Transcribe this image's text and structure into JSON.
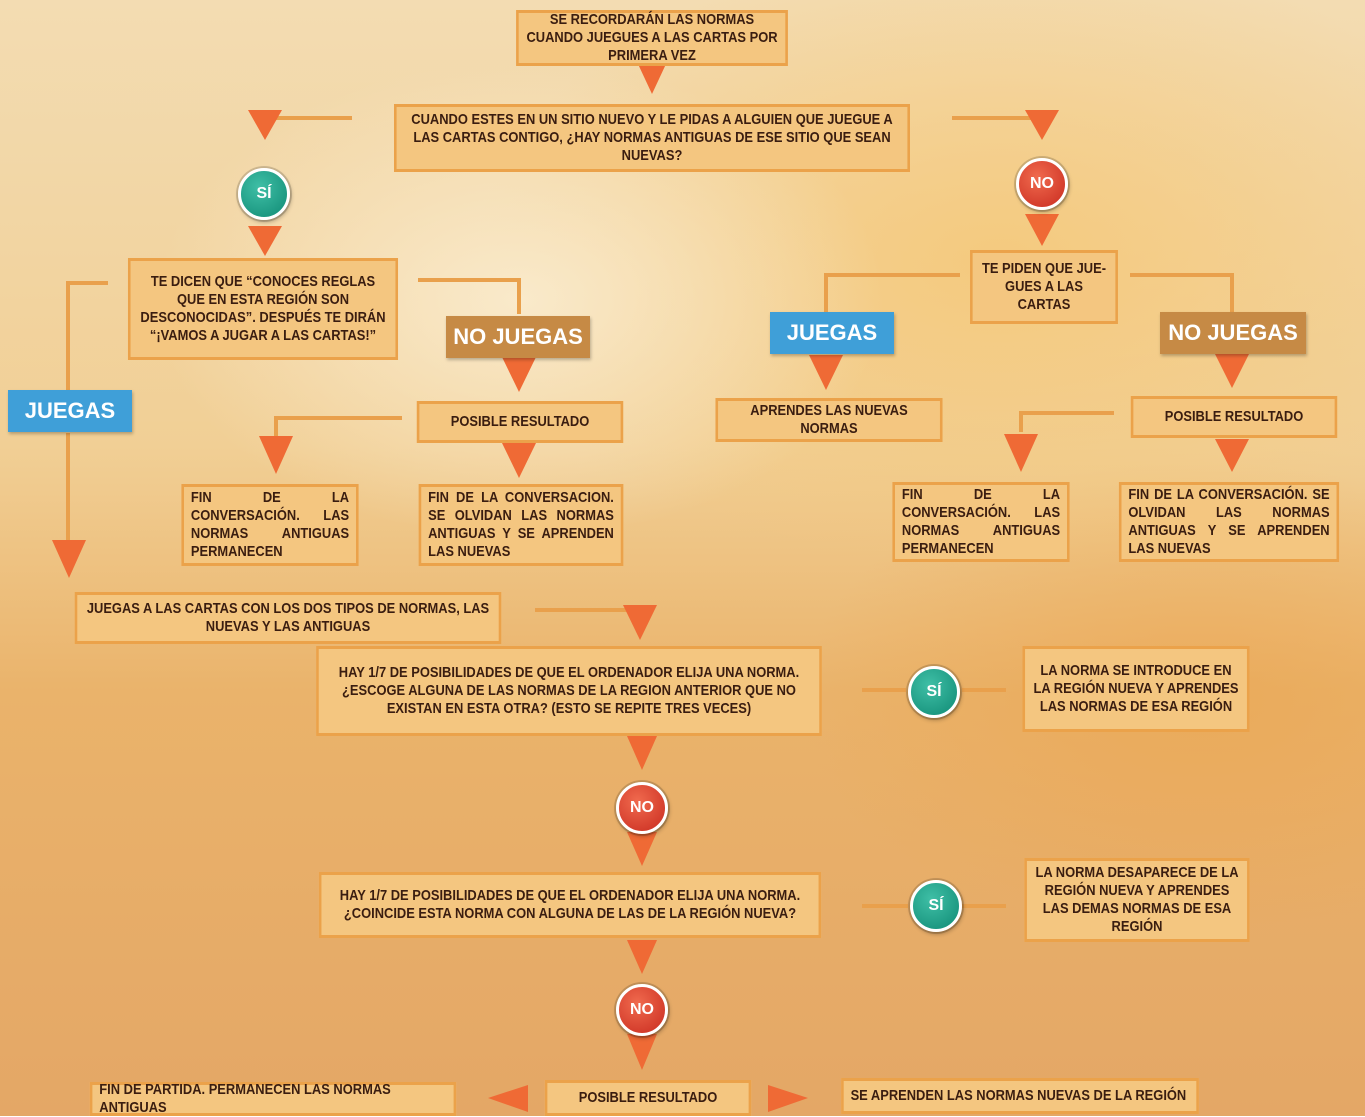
{
  "boxes": {
    "intro": "SE RECORDARÁN LAS NORMAS CUANDO JUEGUES A LAS CARTAS POR PRIMERA VEZ",
    "question1": "CUANDO ESTES EN UN SITIO NUEVO Y LE PIDAS A ALGUIEN QUE JUEGUE A LAS CARTAS CONTIGO, ¿HAY NORMAS ANTIGUAS DE ESE SITIO QUE SEAN NUEVAS?",
    "yes_branch_text": "TE DICEN QUE “CONOCES REGLAS QUE EN ESTA REGIÓN SON DESCONOCIDAS”. DESPUÉS TE DIRÁN “¡VAMOS A JUGAR A LAS CARTAS!”",
    "no_branch_text": "TE PIDEN QUE JUE-GUES A LAS CARTAS",
    "possible_result_left": "POSIBLE RESULTADO",
    "left_end_1": "FIN DE LA CONVERSACIÓN. LAS NORMAS ANTIGUAS PERMANECEN",
    "left_end_2": "FIN DE LA CONVERSACION. SE OLVIDAN LAS NORMAS ANTIGUAS Y SE APRENDEN LAS NUEVAS",
    "learn_new": "APRENDES LAS NUEVAS NORMAS",
    "possible_result_right": "POSIBLE RESULTADO",
    "right_end_1": "FIN DE LA CONVERSACIÓN. LAS NORMAS ANTIGUAS PERMANECEN",
    "right_end_2": "FIN DE LA CONVERSACIÓN. SE OLVIDAN LAS NORMAS ANTIGUAS Y SE APRENDEN LAS NUEVAS",
    "play_both": "JUEGAS A LAS CARTAS CON LOS DOS TIPOS DE NORMAS, LAS NUEVAS Y LAS ANTIGUAS",
    "question2": "HAY 1/7 DE POSIBILIDADES DE QUE EL ORDENADOR ELIJA UNA NORMA. ¿ESCOGE ALGUNA DE LAS NORMAS DE LA REGION ANTERIOR QUE NO EXISTAN EN ESTA OTRA? (ESTO SE REPITE TRES VECES)",
    "q2_yes_result": "LA NORMA SE INTRODUCE EN LA REGIÓN NUEVA Y APRENDES LAS NORMAS DE ESA REGIÓN",
    "question3": "HAY 1/7 DE POSIBILIDADES DE QUE EL ORDENADOR ELIJA UNA NORMA. ¿COINCIDE ESTA NORMA CON ALGUNA DE LAS DE LA REGIÓN NUEVA?",
    "q3_yes_result": "LA NORMA DESAPARECE DE LA REGIÓN NUEVA Y APRENDES LAS DEMAS NORMAS DE ESA REGIÓN",
    "possible_result_bottom": "POSIBLE RESULTADO",
    "end_game_old": "FIN DE PARTIDA. PERMANECEN LAS NORMAS ANTIGUAS",
    "learn_region": "SE APRENDEN LAS NORMAS NUEVAS DE LA REGIÓN"
  },
  "labels": {
    "juegas_left": "JUEGAS",
    "no_juegas_left": "NO JUEGAS",
    "juegas_right": "JUEGAS",
    "no_juegas_right": "NO JUEGAS"
  },
  "badges": {
    "yes": "SÍ",
    "no": "NO"
  },
  "colors": {
    "box_fill": "#f4c680",
    "box_border": "#eba24a",
    "arrow": "#ef6a35",
    "connector": "#e9a04c",
    "yes_badge": "#1a9c83",
    "no_badge": "#d93a28",
    "juegas_label": "#3f9fd8",
    "no_juegas_label": "#c68a45"
  }
}
